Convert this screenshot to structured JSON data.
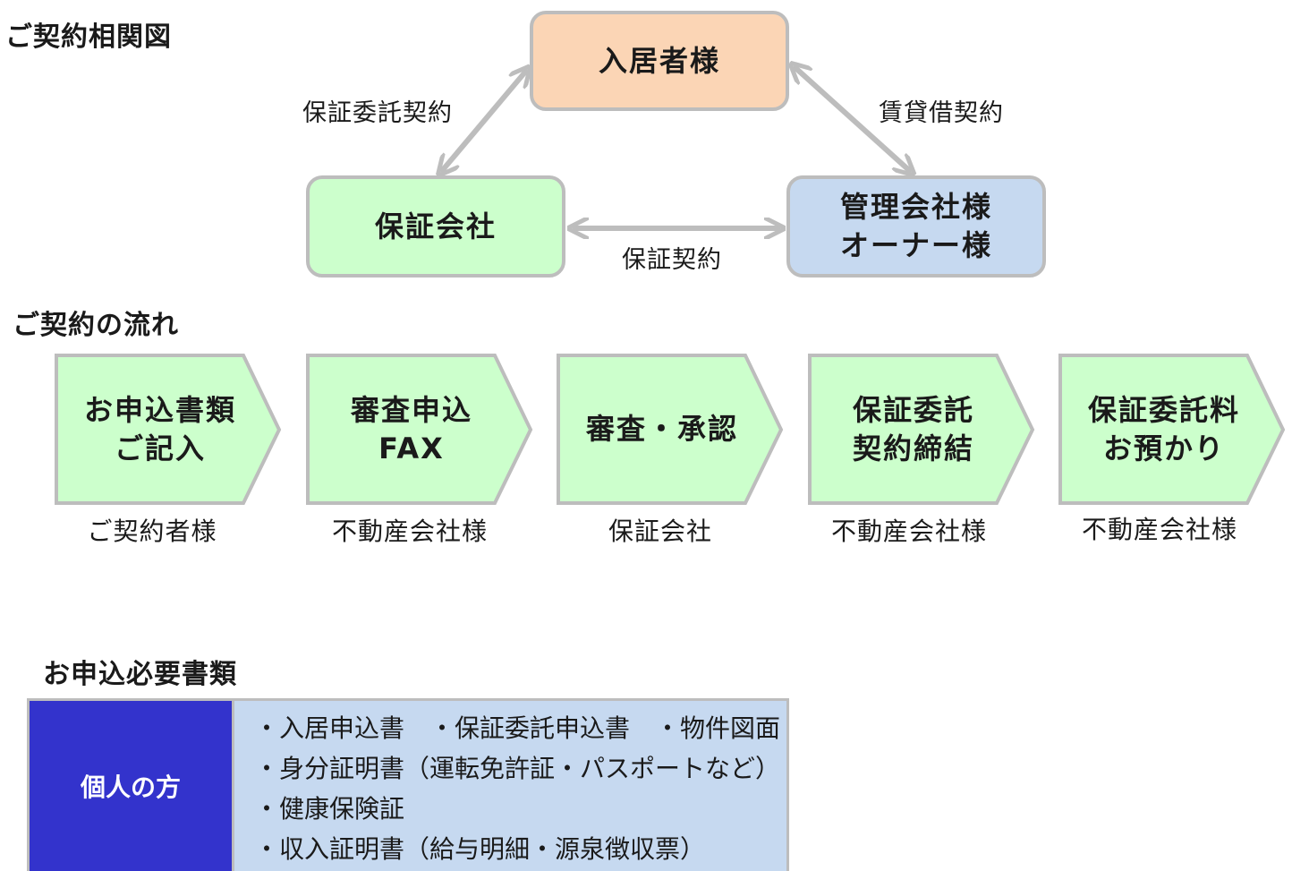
{
  "headings": {
    "relationship": "ご契約相関図",
    "flow": "ご契約の流れ",
    "documents": "お申込必要書類"
  },
  "parties": {
    "resident": "入居者様",
    "guarantor": "保証会社",
    "management": "管理会社様\nオーナー様"
  },
  "relations": {
    "guarantee_consignment": "保証委託契約",
    "lease": "賃貸借契約",
    "guarantee": "保証契約"
  },
  "steps": [
    {
      "label": "お申込書類\nご記入",
      "actor": "ご契約者様"
    },
    {
      "label": "審査申込\nFAX",
      "actor": "不動産会社様"
    },
    {
      "label": "審査・承認",
      "actor": "保証会社"
    },
    {
      "label": "保証委託\n契約締結",
      "actor": "不動産会社様"
    },
    {
      "label": "保証委託料\nお預かり",
      "actor": "不動産会社様"
    }
  ],
  "documents": {
    "category": "個人の方",
    "items": [
      "・入居申込書　・保証委託申込書　・物件図面",
      "・身分証明書（運転免許証・パスポートなど）",
      "・健康保険証",
      "・収入証明書（給与明細・源泉徴収票）"
    ]
  },
  "colors": {
    "resident_fill": "#fbd5b5",
    "guarantor_fill": "#ccffcc",
    "management_fill": "#c6d9f0",
    "step_fill": "#ccffcc",
    "border": "#bdbdbd",
    "category_fill": "#3333cc"
  }
}
